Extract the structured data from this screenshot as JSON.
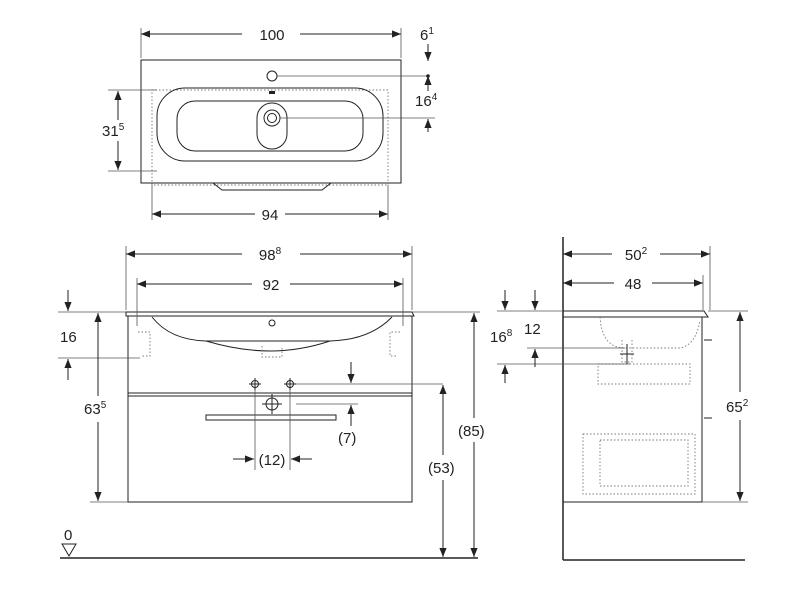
{
  "top_view": {
    "width_main": "100",
    "offset": {
      "base": "6",
      "sup": "1"
    },
    "tap_depth": {
      "base": "16",
      "sup": "4"
    },
    "depth": {
      "base": "31",
      "sup": "5"
    },
    "inner_width": "94"
  },
  "front_view": {
    "overall_width": {
      "base": "98",
      "sup": "8"
    },
    "basin_width": "92",
    "basin_height": "16",
    "height": {
      "base": "63",
      "sup": "5"
    },
    "drawer_drop": "(7)",
    "drain_spacing": "(12)",
    "drain_height": "(53)",
    "total_height": "(85)",
    "floor_mark": "0"
  },
  "side_view": {
    "depth_outer": {
      "base": "50",
      "sup": "2"
    },
    "depth_inner": "48",
    "rim": {
      "base": "16",
      "sup": "8"
    },
    "basin_depth": "12",
    "height": {
      "base": "65",
      "sup": "2"
    }
  }
}
